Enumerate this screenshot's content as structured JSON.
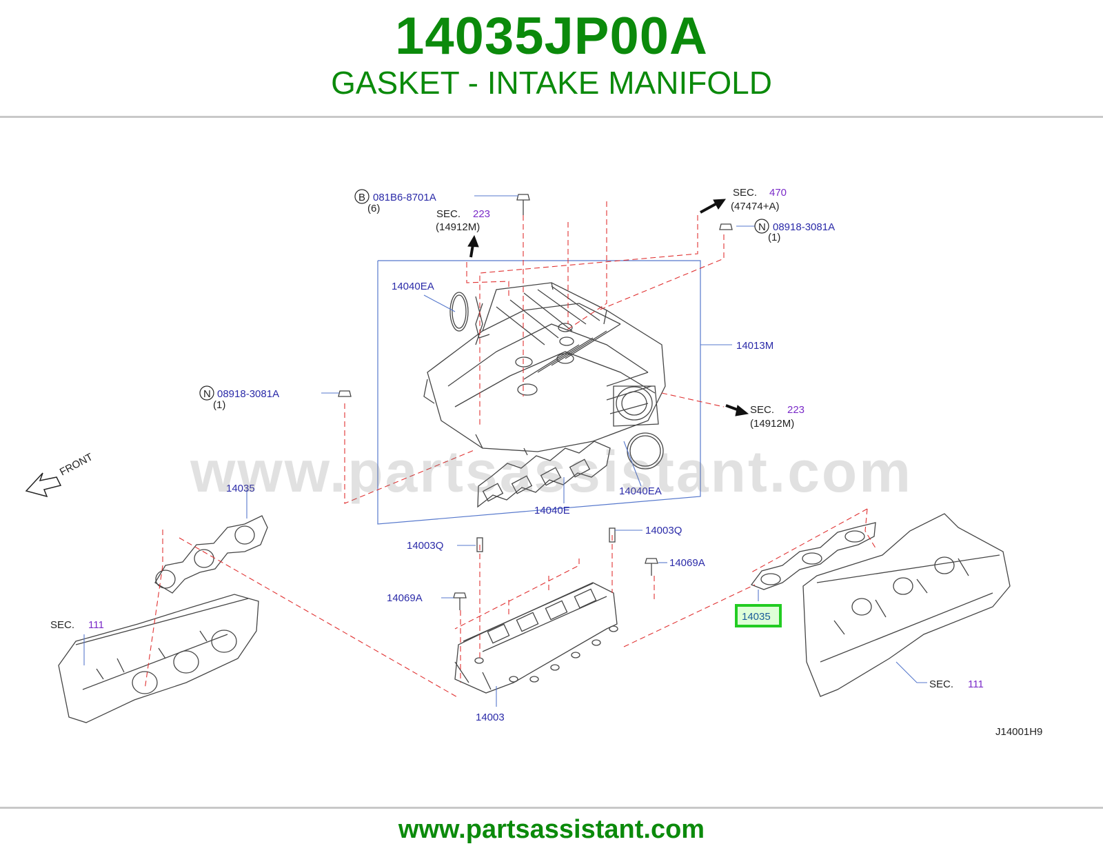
{
  "header": {
    "part_number": "14035JP00A",
    "part_name": "GASKET - INTAKE MANIFOLD"
  },
  "footer": {
    "url": "www.partsassistant.com"
  },
  "watermark": "www.partsassistant.com",
  "diagram": {
    "code": "J14001H9",
    "front_label": "FRONT",
    "callouts": {
      "bolt_b_symbol": "B",
      "bolt_b_part": "081B6-8701A",
      "bolt_b_qty": "(6)",
      "sec223_top_word": "SEC.",
      "sec223_top_num": "223",
      "sec223_top_ref": "(14912M)",
      "sec470_word": "SEC.",
      "sec470_num": "470",
      "sec470_ref": "(47474+A)",
      "nut_right_symbol": "N",
      "nut_right_part": "08918-3081A",
      "nut_right_qty": "(1)",
      "nut_left_symbol": "N",
      "nut_left_part": "08918-3081A",
      "nut_left_qty": "(1)",
      "gasket_ea_top": "14040EA",
      "collector": "14013M",
      "sec223_right_word": "SEC.",
      "sec223_right_num": "223",
      "sec223_right_ref": "(14912M)",
      "gasket_ea_bottom": "14040EA",
      "gasket_e": "14040E",
      "gasket_left": "14035",
      "gasket_right_highlight": "14035",
      "stud_left": "14003Q",
      "stud_right": "14003Q",
      "bolt_right": "14069A",
      "bolt_left": "14069A",
      "lower_manifold": "14003",
      "sec111_left_word": "SEC.",
      "sec111_left_num": "111",
      "sec111_right_word": "SEC.",
      "sec111_right_num": "111"
    }
  },
  "colors": {
    "title_green": "#0b8a0b",
    "callout_blue": "#2a2aa8",
    "section_purple": "#7a2ac8",
    "highlight_green": "#22cc22",
    "dash_red": "#e03030",
    "frame_blue": "#5577cc"
  }
}
